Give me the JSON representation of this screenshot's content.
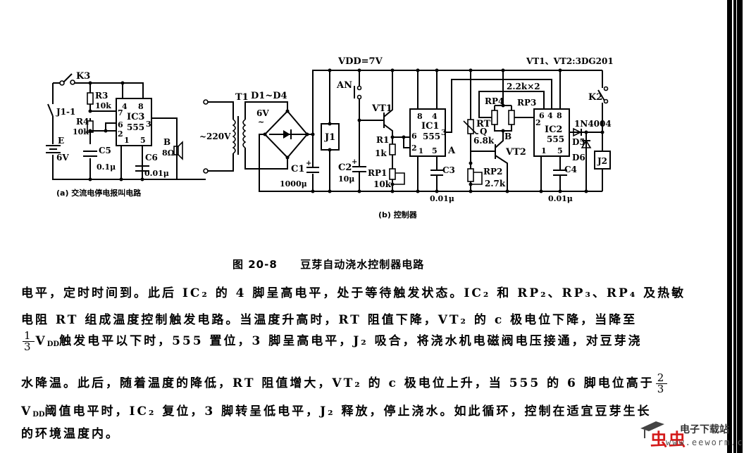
{
  "figure": {
    "number": "图 20-8",
    "title": "豆芽自动浇水控制器电路",
    "subfigure_a": {
      "caption": "(a) 交流电停电报叫电路",
      "labels": {
        "switch_k3": "K3",
        "relay_contact": "J1-1",
        "r3": "R3",
        "r3_value": "10k",
        "r4": "R4",
        "r4_value": "10k",
        "ic": "IC3",
        "ic_type": "555",
        "battery": "E",
        "battery_value": "6V",
        "c5": "C5",
        "c5_value": "0.1μ",
        "c6": "C6",
        "c6_value": "0.01μ",
        "speaker": "B",
        "speaker_value": "8Ω",
        "pins": [
          "4",
          "8",
          "7",
          "6",
          "2",
          "1",
          "5",
          "3"
        ]
      }
    },
    "subfigure_b": {
      "caption": "(b) 控制器",
      "labels": {
        "vdd": "VDD=7V",
        "transistor_note": "VT1、VT2:3DG201",
        "mains": "~220V",
        "transformer": "T1",
        "bridge": "D1~D4",
        "secondary": "6V",
        "c1": "C1",
        "c1_value": "1000μ",
        "relay_j1": "J1",
        "button": "AN",
        "c2": "C2",
        "c2_value": "10μ",
        "vt1": "VT1",
        "r1": "R1",
        "r1_value": "1k",
        "rp1": "RP1",
        "rp1_value": "10k",
        "ic1": "IC1",
        "ic1_type": "555",
        "node_a": "A",
        "c3": "C3",
        "c3_value": "0.01μ",
        "rp_pair": "2.2k×2",
        "rp4": "RP4",
        "rp3": "RP3",
        "rt": "RT",
        "node_q": "Q",
        "rt_value": "6.8k",
        "node_b": "B",
        "vt2": "VT2",
        "rp2": "RP2",
        "rp2_value": "2.7k",
        "ic2": "IC2",
        "ic2_type": "555",
        "diode_type": "1N4004",
        "d5": "D5",
        "d6": "D6",
        "c4": "C4",
        "c4_value": "0.01μ",
        "switch_k2": "K2",
        "relay_j2": "J2"
      }
    }
  },
  "body_text": {
    "line1": "电平，定时时间到。此后 IC₂ 的 4 脚呈高电平，处于等待触发状态。IC₂ 和 RP₂、RP₃、RP₄ 及热敏",
    "line2": "电阻 RT 组成温度控制触发电路。当温度升高时，RT 阻值下降，VT₂ 的 c 极电位下降，当降至",
    "line3_frac_num": "1",
    "line3_frac_den": "3",
    "line3": "V<sub>DD</sub>触发电平以下时，555 置位，3 脚呈高电平，J₂ 吸合，将浇水机电磁阀电压接通，对豆芽浇",
    "line3_vdd": "V",
    "line3_vdd_sub": "DD",
    "line3_rest": "触发电平以下时，555 置位，3 脚呈高电平，J₂ 吸合，将浇水机电磁阀电压接通，对豆芽浇",
    "line4": "水降温。此后，随着温度的降低，RT 阻值增大，VT₂ 的 c 极电位上升，当 555 的 6 脚电位高于",
    "line4_frac_num": "2",
    "line4_frac_den": "3",
    "line5_vdd": "V",
    "line5_vdd_sub": "DD",
    "line5_rest": "阈值电平时，IC₂ 复位，3 脚转呈低电平，J₂ 释放，停止浇水。如此循环，控制在适宜豆芽生长",
    "line6": "的环境温度内。"
  },
  "watermark": {
    "logo_text": "虫虫",
    "brand": "电子下载站",
    "url": "www.eeworm.com",
    "logo_color": "#d41a1a"
  }
}
